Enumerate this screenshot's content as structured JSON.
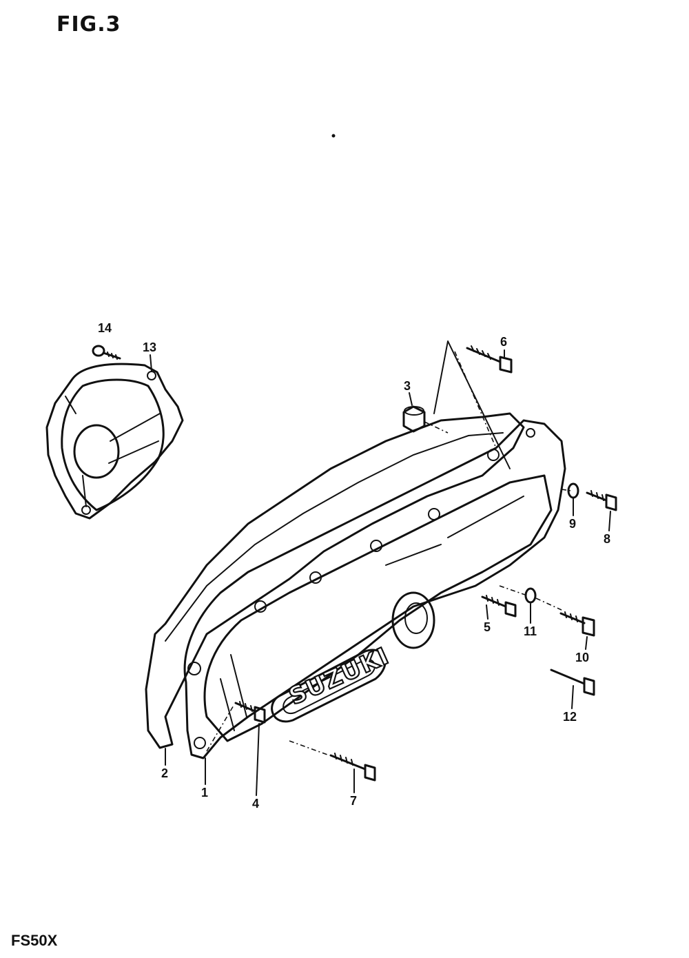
{
  "figure": {
    "title": "FIG.3",
    "model": "FS50X"
  },
  "cover": {
    "brand": "SUZUKI"
  },
  "callouts": [
    {
      "id": "1",
      "label": "1"
    },
    {
      "id": "2",
      "label": "2"
    },
    {
      "id": "3",
      "label": "3"
    },
    {
      "id": "4",
      "label": "4"
    },
    {
      "id": "5",
      "label": "5"
    },
    {
      "id": "6",
      "label": "6"
    },
    {
      "id": "7",
      "label": "7"
    },
    {
      "id": "8",
      "label": "8"
    },
    {
      "id": "9",
      "label": "9"
    },
    {
      "id": "10",
      "label": "10"
    },
    {
      "id": "11",
      "label": "11"
    },
    {
      "id": "12",
      "label": "12"
    },
    {
      "id": "13",
      "label": "13"
    },
    {
      "id": "14",
      "label": "14"
    }
  ]
}
